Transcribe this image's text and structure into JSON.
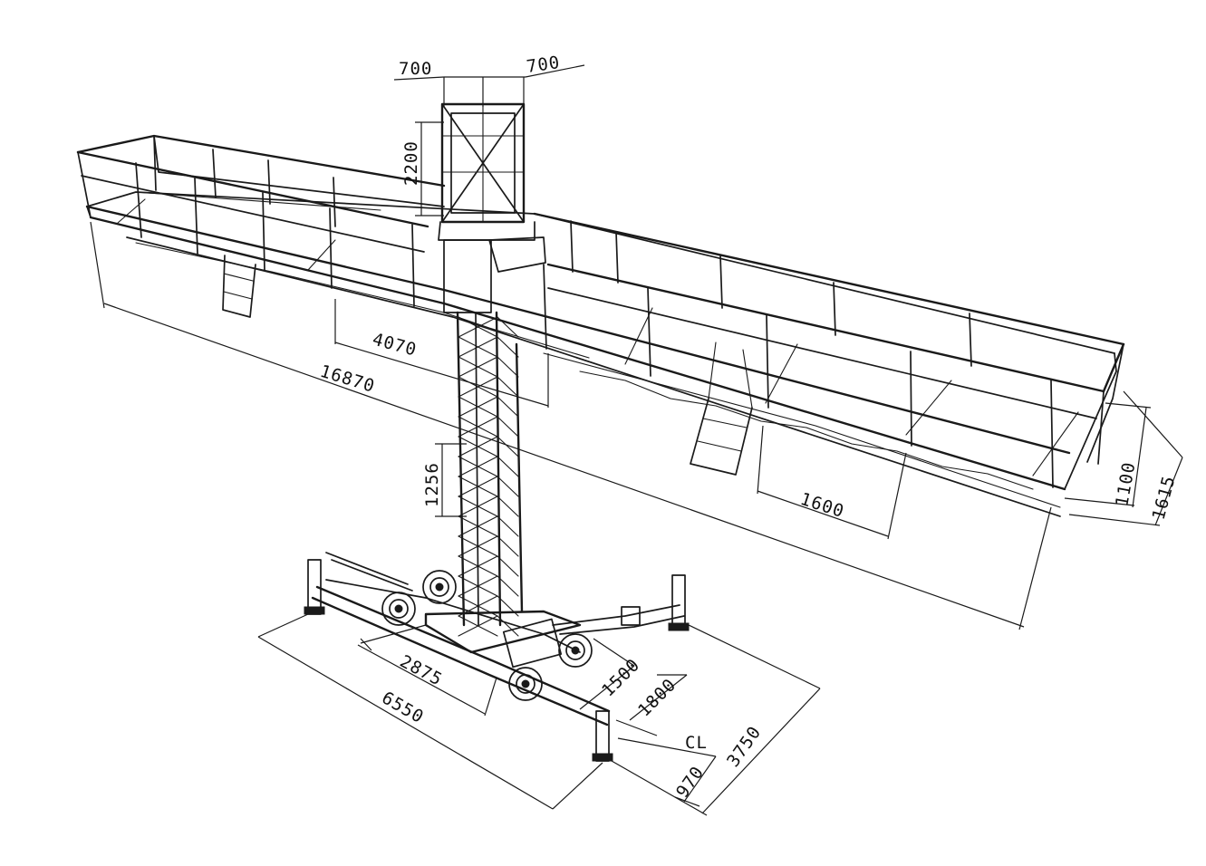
{
  "dimensions": {
    "mast_width_left": "700",
    "mast_width_right": "700",
    "mast_top_height": "2200",
    "platform_offset": "4070",
    "platform_length": "16870",
    "mast_section": "1256",
    "ladder_spacing": "1600",
    "guardrail_height": "1100",
    "platform_width": "1615",
    "chassis_inner": "2875",
    "chassis_length": "6550",
    "outrigger_1500": "1500",
    "outrigger_1800": "1800",
    "centerline": "CL",
    "outrigger_970": "970",
    "outrigger_3750": "3750"
  },
  "colors": {
    "ink": "#1a1a1a",
    "background": "#ffffff"
  }
}
